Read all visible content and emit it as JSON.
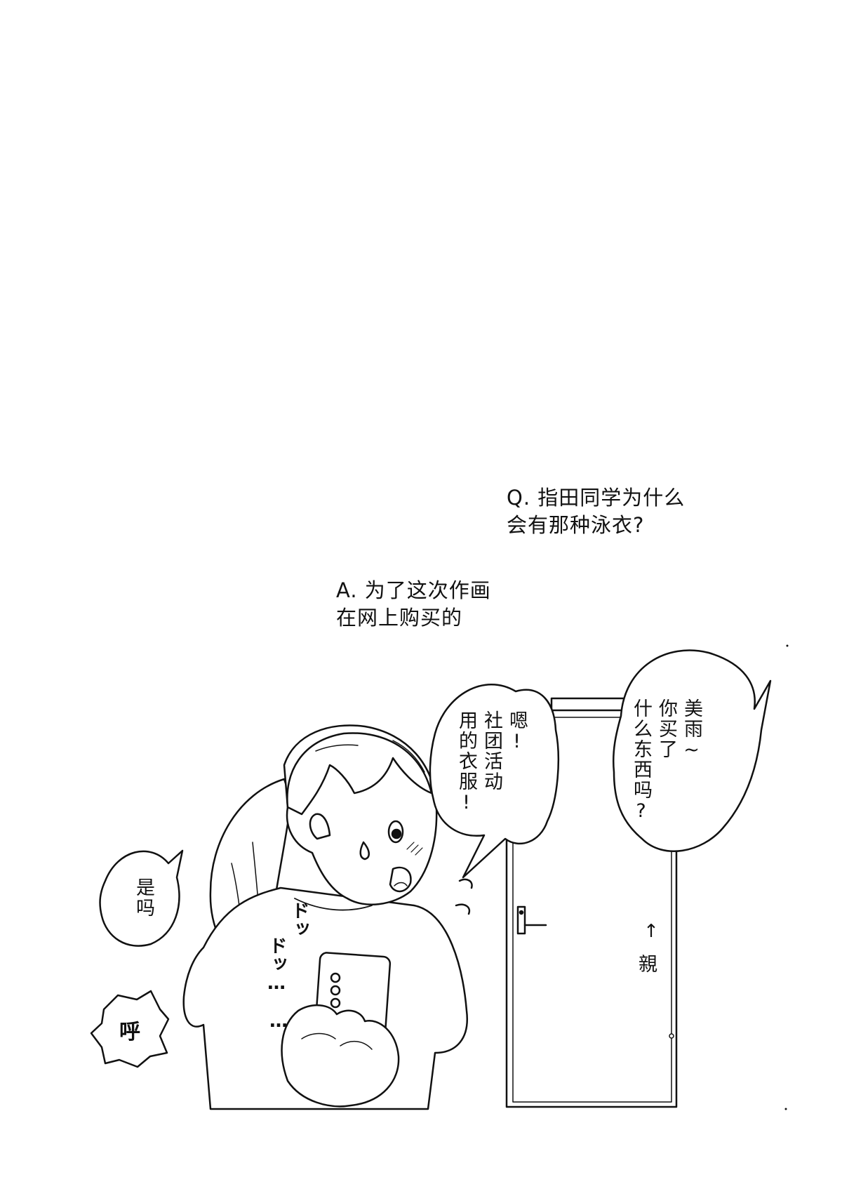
{
  "question": {
    "line1": "Q. 指田同学为什么",
    "line2": "会有那种泳衣?"
  },
  "answer": {
    "line1": "A. 为了这次作画",
    "line2": "在网上购买的"
  },
  "bubble_left": {
    "line1": "嗯!",
    "line2": "社团活动",
    "line3": "用的衣服!"
  },
  "bubble_right": {
    "line1": "美雨~",
    "line2": "你买了",
    "line3": "什么东西吗?"
  },
  "bubble_small": {
    "text": "是吗"
  },
  "bubble_shout": {
    "text": "呼"
  },
  "sfx_heartbeat": {
    "col1": "ドッ",
    "col2": "ドッ…",
    "col3": "…"
  },
  "door_label": {
    "arrow": "↑",
    "text": "親"
  }
}
